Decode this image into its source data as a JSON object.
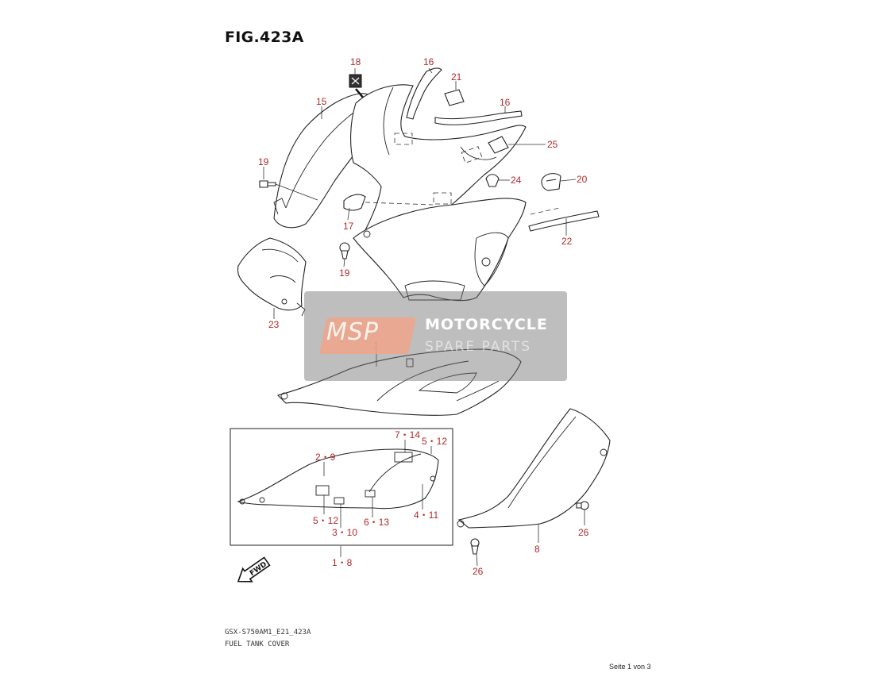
{
  "figure": {
    "title": "FIG.423A"
  },
  "labels": {
    "l18": "18",
    "l16a": "16",
    "l21": "21",
    "l15": "15",
    "l16b": "16",
    "l25": "25",
    "l19a": "19",
    "l24": "24",
    "l20": "20",
    "l17": "17",
    "l22": "22",
    "l19b": "19",
    "l23": "23",
    "l1": "1",
    "l7_14": "7・14",
    "l5_12a": "5・12",
    "l2_9": "2・9",
    "l5_12b": "5・12",
    "l3_10": "3・10",
    "l6_13": "6・13",
    "l4_11": "4・11",
    "l1_8": "1・8",
    "l26a": "26",
    "l26b": "26",
    "l8": "8"
  },
  "fwd": "FWD",
  "watermark": {
    "logo": "MSP",
    "line1": "MOTORCYCLE",
    "line2": "SPARE PARTS"
  },
  "footer": {
    "model_code": "GSX-S750AM1_E21_423A",
    "caption": "FUEL TANK COVER",
    "page": "Seite 1 von 3"
  }
}
